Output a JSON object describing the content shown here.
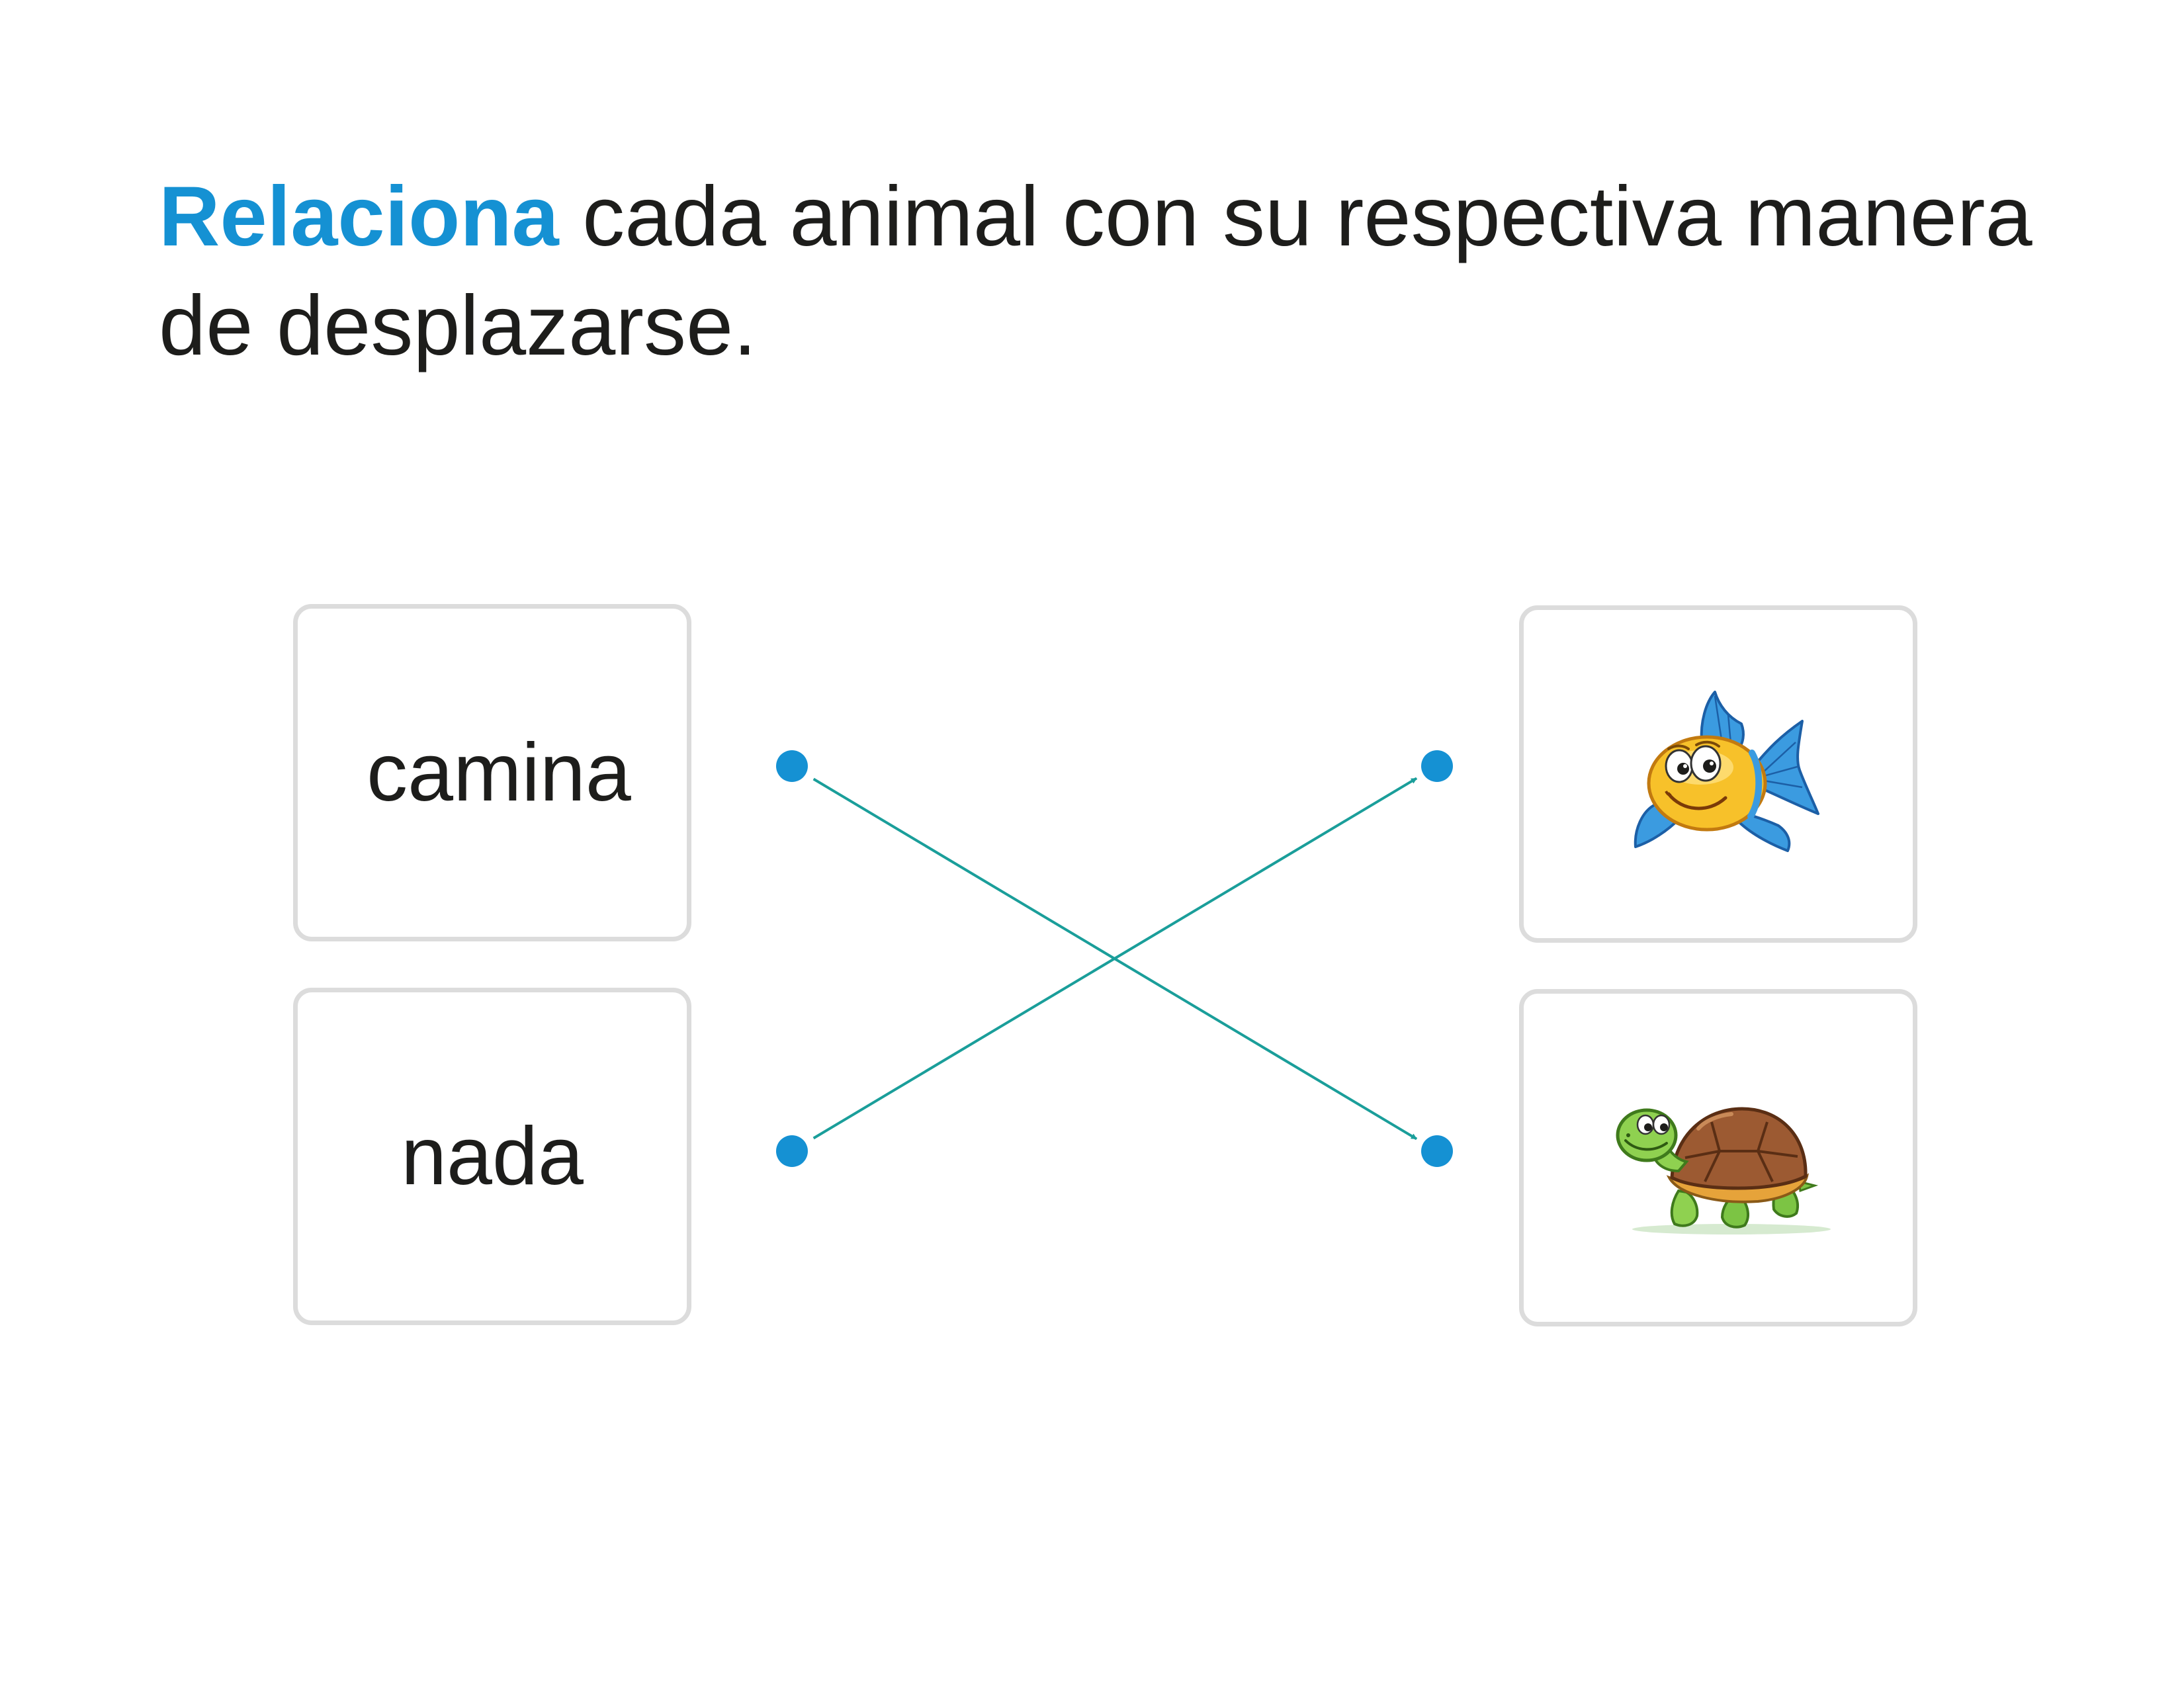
{
  "instruction": {
    "keyword": "Relaciona",
    "rest": " cada animal con su respectiva manera de desplazarse."
  },
  "left_items": [
    {
      "label": "camina"
    },
    {
      "label": "nada"
    }
  ],
  "right_items": [
    {
      "icon": "fish-icon"
    },
    {
      "icon": "turtle-icon"
    }
  ],
  "connections": [
    {
      "from": 0,
      "to": 1
    },
    {
      "from": 1,
      "to": 0
    }
  ],
  "colors": {
    "accent": "#1591d3",
    "line": "#1a9e9a",
    "card_border": "#dcdcdc",
    "text": "#1d1d1b"
  }
}
